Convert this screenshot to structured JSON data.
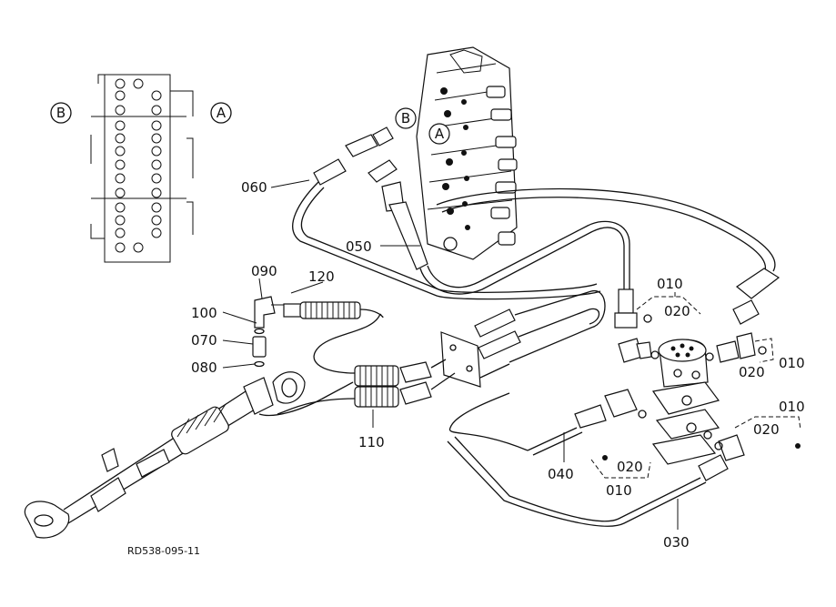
{
  "diagram": {
    "reference": "RD538-095-11",
    "circle_labels": {
      "a": "A",
      "b": "B"
    },
    "part_numbers": {
      "p010": "010",
      "p020": "020",
      "p030": "030",
      "p040": "040",
      "p050": "050",
      "p060": "060",
      "p070": "070",
      "p080": "080",
      "p090": "090",
      "p100": "100",
      "p110": "110",
      "p120": "120"
    }
  }
}
